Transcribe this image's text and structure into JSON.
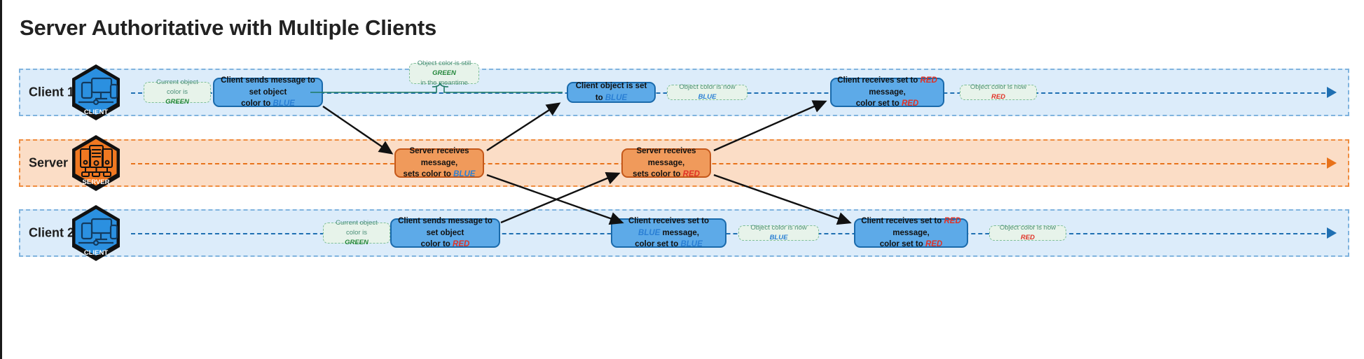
{
  "page": {
    "title": "Server Authoritative with Multiple Clients",
    "colors": {
      "client_band": "#dcecfa",
      "client_band_border": "#7fb3de",
      "server_band": "#fbddc6",
      "server_band_border": "#ef8c3e",
      "client_node": "#5daae8",
      "client_node_border": "#1a6aab",
      "server_node": "#f09a5b",
      "server_node_border": "#c4581a",
      "note_fill": "#e7f3ea",
      "note_border": "#7fbf9a",
      "blue_token": "#2a7fd4",
      "red_token": "#e03226",
      "green_token": "#22863a",
      "arrow": "#111111"
    }
  },
  "lanes": [
    {
      "id": "client1",
      "label": "Client 1",
      "icon": "client-icon",
      "icon_caption": "CLIENT",
      "nodes": [
        {
          "name": "client1-send-blue",
          "line1_pre": "Client sends message to set object",
          "line2_pre": "color to ",
          "line2_token": "BLUE",
          "token_class": "c-blue"
        },
        {
          "name": "client1-object-set-blue",
          "line1_pre": "Client object is set to ",
          "line1_token": "BLUE",
          "token_class": "c-blue"
        },
        {
          "name": "client1-receives-red",
          "line1_pre": "Client receives set to ",
          "line1_token": "RED",
          "line1_post": " message,",
          "line2_pre": "color set to ",
          "line2_token": "RED",
          "token_class": "c-red"
        }
      ],
      "notes": [
        {
          "name": "note-client1-current-green",
          "line1": "Current object color is",
          "token": "GREEN",
          "token_class": "c-green"
        },
        {
          "name": "note-client1-still-green",
          "line1_pre": "Object color is still ",
          "token": "GREEN",
          "line2": "in the meantime",
          "token_class": "c-green"
        },
        {
          "name": "note-client1-now-blue",
          "line1_pre": "Object color is now ",
          "token": "BLUE",
          "token_class": "c-blue"
        },
        {
          "name": "note-client1-now-red",
          "line1_pre": "Object color is now ",
          "token": "RED",
          "token_class": "c-red"
        }
      ]
    },
    {
      "id": "server",
      "label": "Server",
      "icon": "server-icon",
      "icon_caption": "SERVER",
      "nodes": [
        {
          "name": "server-receives-blue",
          "line1": "Server receives message,",
          "line2_pre": "sets color to ",
          "line2_token": "BLUE",
          "token_class": "c-blue"
        },
        {
          "name": "server-receives-red",
          "line1": "Server receives message,",
          "line2_pre": "sets color to ",
          "line2_token": "RED",
          "token_class": "c-red"
        }
      ]
    },
    {
      "id": "client2",
      "label": "Client 2",
      "icon": "client-icon",
      "icon_caption": "CLIENT",
      "nodes": [
        {
          "name": "client2-send-red",
          "line1_pre": "Client sends message to set object",
          "line2_pre": "color to ",
          "line2_token": "RED",
          "token_class": "c-red"
        },
        {
          "name": "client2-receives-blue",
          "line1_pre": "Client receives set to ",
          "line1_token": "BLUE",
          "line1_post": " message,",
          "line2_pre": "color set to ",
          "line2_token": "BLUE",
          "token_class": "c-blue"
        },
        {
          "name": "client2-receives-red",
          "line1_pre": "Client receives set to ",
          "line1_token": "RED",
          "line1_post": " message,",
          "line2_pre": "color set to ",
          "line2_token": "RED",
          "token_class": "c-red"
        }
      ],
      "notes": [
        {
          "name": "note-client2-current-green",
          "line1": "Current object color is",
          "token": "GREEN",
          "token_class": "c-green"
        },
        {
          "name": "note-client2-now-blue",
          "line1_pre": "Object color is now ",
          "token": "BLUE",
          "token_class": "c-blue"
        },
        {
          "name": "note-client2-now-red",
          "line1_pre": "Object color is now ",
          "token": "RED",
          "token_class": "c-red"
        }
      ]
    }
  ],
  "text": {
    "client1_label": "Client 1",
    "server_label": "Server",
    "client2_label": "Client 2",
    "client_caption": "CLIENT",
    "server_caption": "SERVER",
    "n_c1_send_l1": "Client sends message to set object",
    "n_c1_send_l2_pre": "color to ",
    "n_c1_send_l2_tok": "BLUE",
    "n_c1_obj_l1_pre": "Client object is set to ",
    "n_c1_obj_l1_tok": "BLUE",
    "n_c1_recv_l1_pre": "Client receives set to ",
    "n_c1_recv_l1_tok": "RED",
    "n_c1_recv_l1_post": " message,",
    "n_c1_recv_l2_pre": "color set to ",
    "n_c1_recv_l2_tok": "RED",
    "n_sv_blue_l1": "Server receives message,",
    "n_sv_blue_l2_pre": "sets color to ",
    "n_sv_blue_l2_tok": "BLUE",
    "n_sv_red_l1": "Server receives message,",
    "n_sv_red_l2_pre": "sets color to ",
    "n_sv_red_l2_tok": "RED",
    "n_c2_send_l1": "Client sends message to set object",
    "n_c2_send_l2_pre": "color to ",
    "n_c2_send_l2_tok": "RED",
    "n_c2_rblue_l1_pre": "Client receives set to ",
    "n_c2_rblue_l1_tok": "BLUE",
    "n_c2_rblue_l1_post": " message,",
    "n_c2_rblue_l2_pre": "color set to ",
    "n_c2_rblue_l2_tok": "BLUE",
    "n_c2_rred_l1_pre": "Client receives set to ",
    "n_c2_rred_l1_tok": "RED",
    "n_c2_rred_l1_post": " message,",
    "n_c2_rred_l2_pre": "color set to ",
    "n_c2_rred_l2_tok": "RED",
    "note_current_color_is": "Current object color is",
    "note_green": "GREEN",
    "note_still_pre": "Object color is still ",
    "note_still_tok": "GREEN",
    "note_still_l2": "in the meantime",
    "note_now_pre": "Object color is now ",
    "note_now_blue": "BLUE",
    "note_now_red": "RED"
  }
}
